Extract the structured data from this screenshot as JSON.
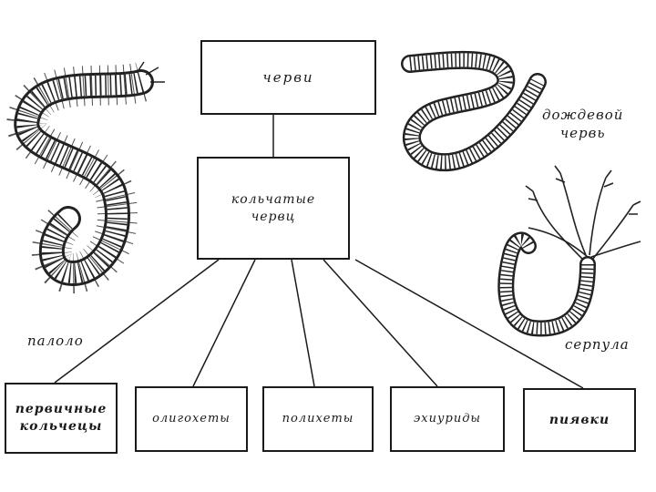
{
  "diagram": {
    "root": "черви",
    "middle": "кольчатые\nчервц",
    "children": [
      "первичные\nкольчецы",
      "олигохеты",
      "полихеты",
      "эхиуриды",
      "пиявки"
    ]
  },
  "labels": {
    "palolo": "палоло",
    "earthworm": "дождевой\nчервь",
    "serpula": "серпула"
  },
  "illustrations": [
    "palolo-worm",
    "earthworm",
    "serpula-worm"
  ]
}
